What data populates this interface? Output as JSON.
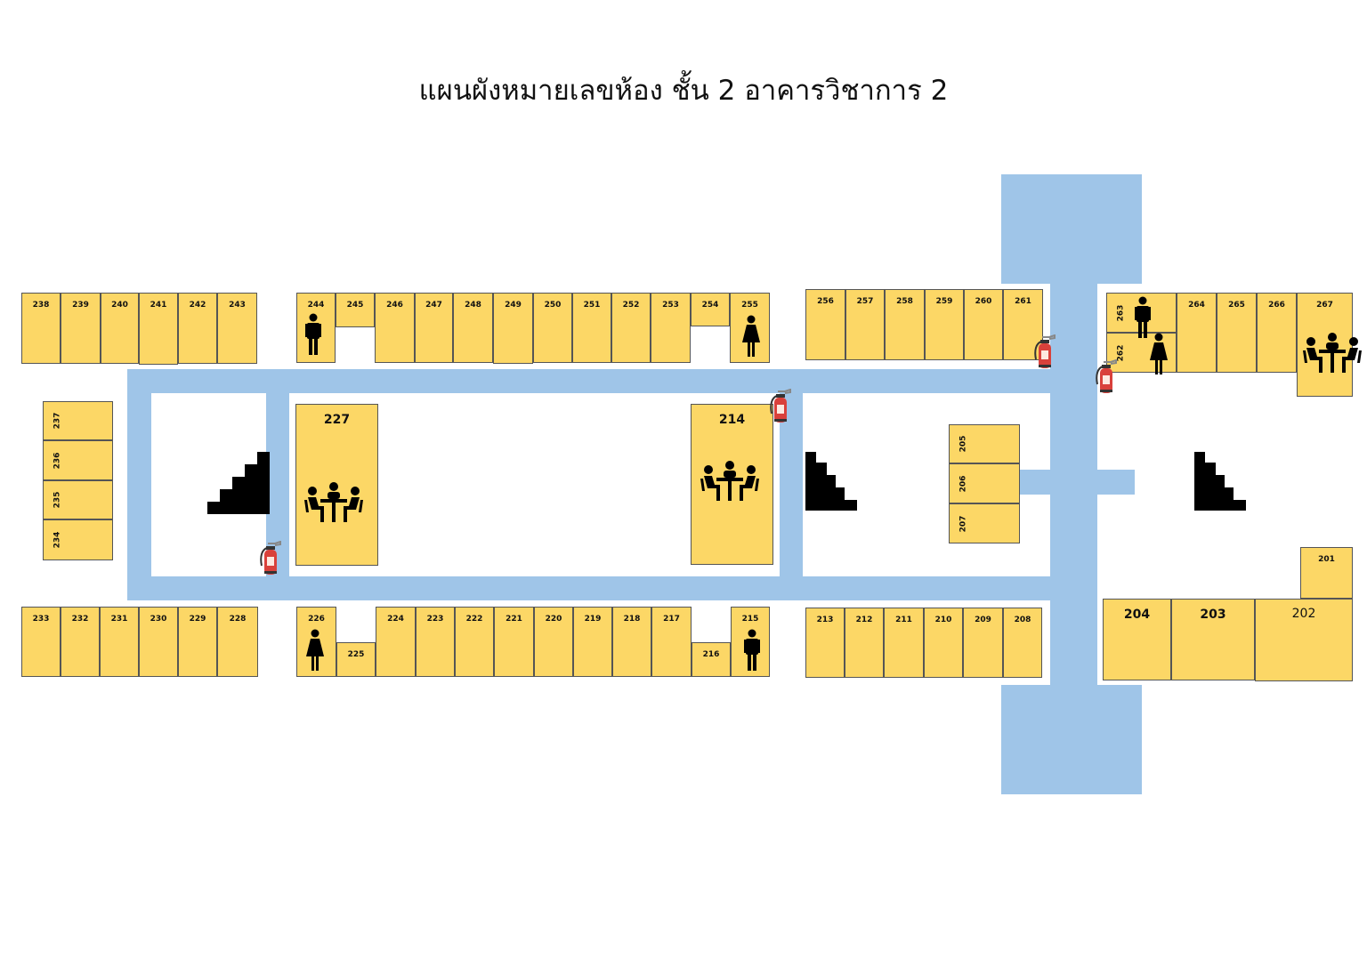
{
  "title": "แผนผังหมายเลขห้อง ชั้น 2 อาคารวิชาการ 2",
  "rooms": [
    "238",
    "239",
    "240",
    "241",
    "242",
    "243",
    "244",
    "245",
    "246",
    "247",
    "248",
    "249",
    "250",
    "251",
    "252",
    "253",
    "254",
    "255",
    "256",
    "257",
    "258",
    "259",
    "260",
    "261",
    "263",
    "262",
    "264",
    "265",
    "266",
    "267",
    "237",
    "236",
    "235",
    "234",
    "227",
    "214",
    "205",
    "206",
    "207",
    "233",
    "232",
    "231",
    "230",
    "229",
    "228",
    "226",
    "225",
    "224",
    "223",
    "222",
    "221",
    "220",
    "219",
    "218",
    "217",
    "216",
    "215",
    "213",
    "212",
    "211",
    "210",
    "209",
    "208",
    "204",
    "203",
    "202",
    "201"
  ],
  "colors": {
    "room": "#fcd766",
    "corridor": "#9fc5e8",
    "extinguisher": "#d9413b"
  },
  "icons": {
    "men_toilet": "men-restroom-icon",
    "women_toilet": "women-restroom-icon",
    "meeting": "meeting-room-icon",
    "stairs": "stairs-icon",
    "extinguisher": "fire-extinguisher-icon"
  }
}
